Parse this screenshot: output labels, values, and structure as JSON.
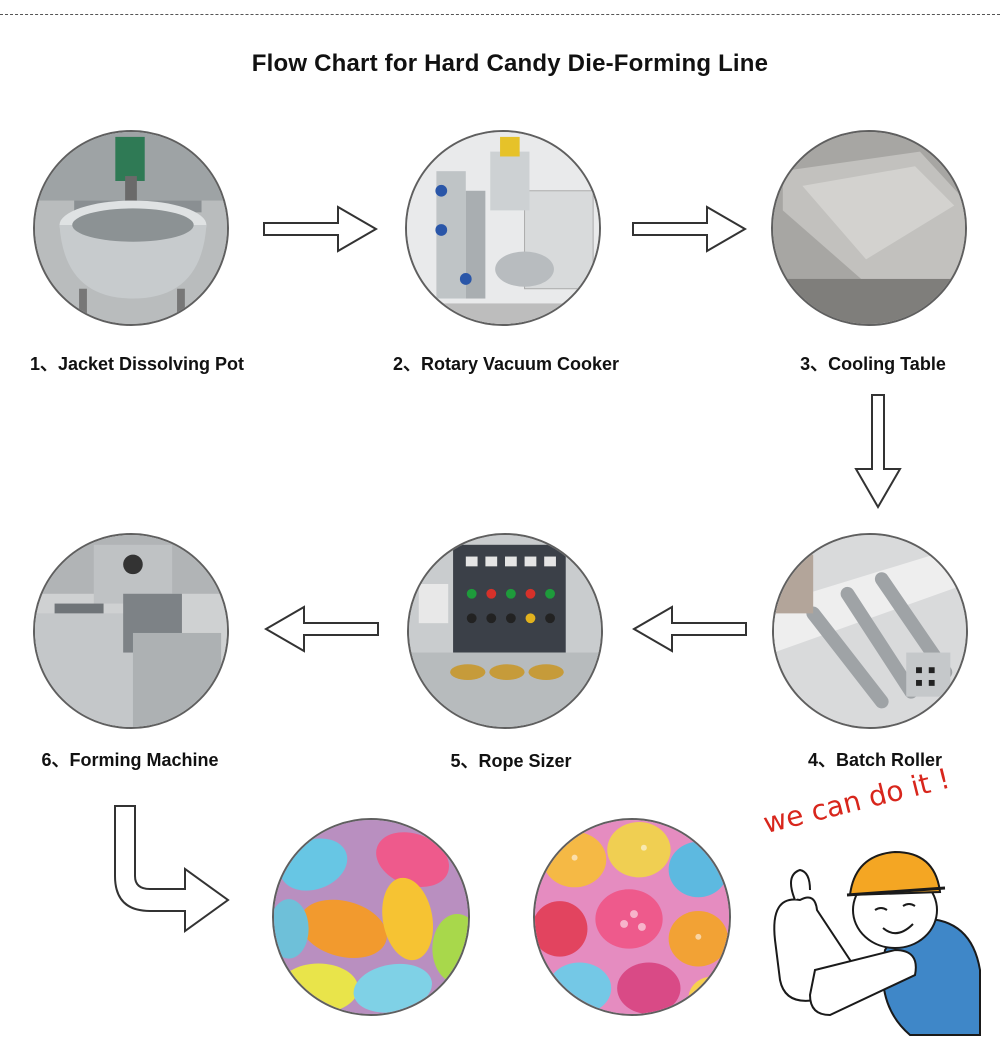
{
  "title": "Flow Chart for Hard Candy Die-Forming Line",
  "steps": [
    {
      "label": "1、Jacket Dissolving Pot"
    },
    {
      "label": "2、Rotary Vacuum Cooker"
    },
    {
      "label": "3、Cooling Table"
    },
    {
      "label": "4、Batch Roller"
    },
    {
      "label": "5、Rope Sizer"
    },
    {
      "label": "6、Forming Machine"
    }
  ],
  "slogan": "we can do it !",
  "colors": {
    "slogan": "#d8261c",
    "mascot_shirt": "#3f87c8",
    "mascot_helmet": "#f4a623"
  }
}
